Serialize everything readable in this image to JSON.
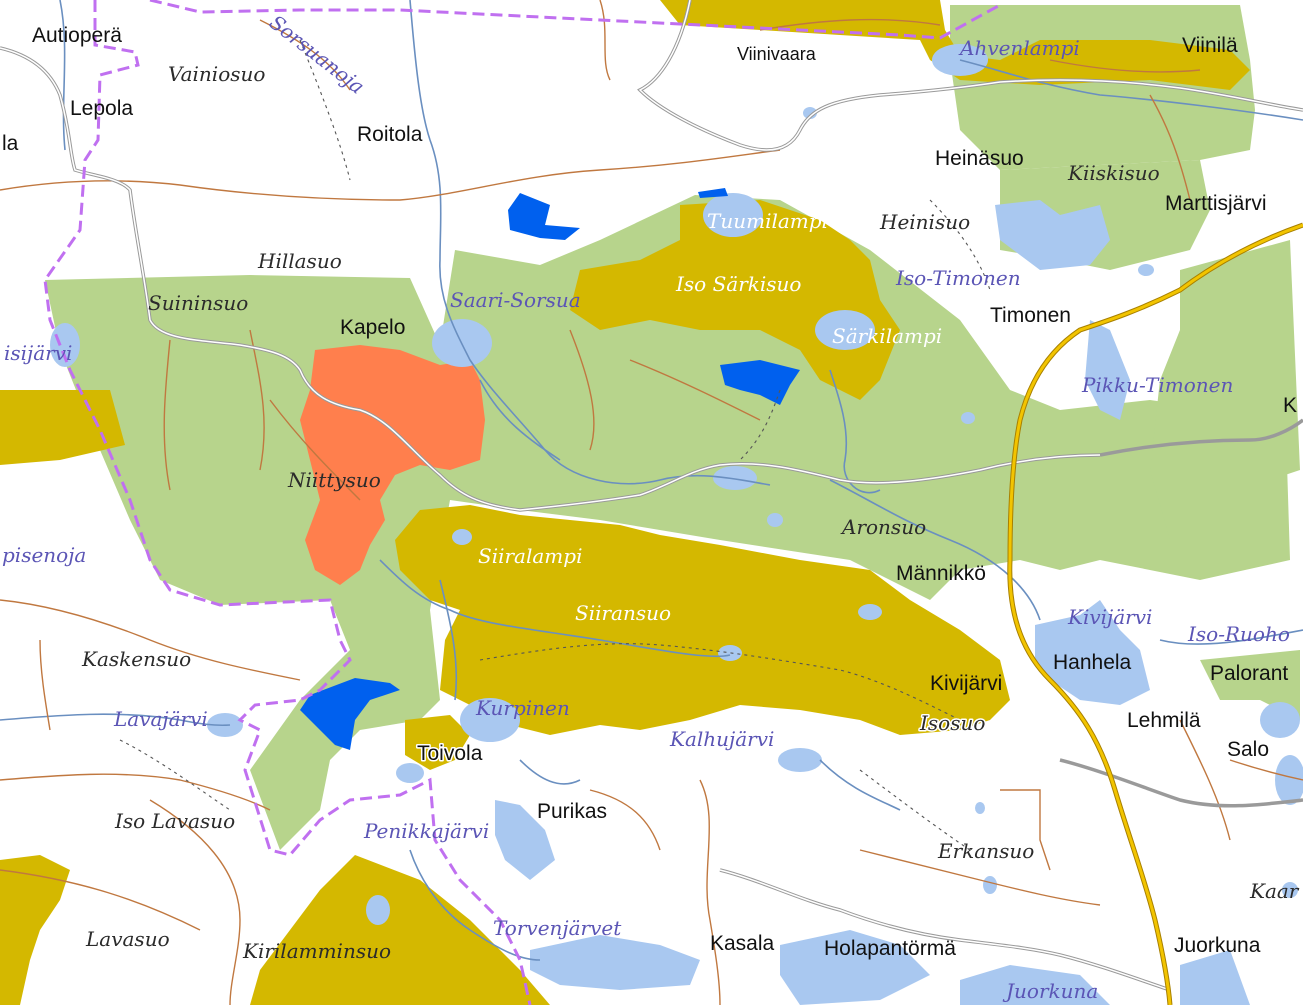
{
  "map": {
    "colors": {
      "background": "#ffffff",
      "green_area": "#b7d48c",
      "yellow_area": "#d4b800",
      "orange_area": "#ff7f4d",
      "blue_area": "#0060ee",
      "water": "#a9c8f0",
      "boundary": "#c070f0",
      "road_main": "#e8b000",
      "road_secondary": "#999999",
      "path": "#c07840",
      "stream": "#6a8fc0"
    },
    "settlements": [
      "Autioperä",
      "Lepola",
      "la",
      "Roitola",
      "Viinivaara",
      "Viinilä",
      "Heinäsuo",
      "Marttisjärvi",
      "Timonen",
      "Kapelo",
      "Männikkö",
      "Hanhela",
      "Palorant",
      "Kivijärvi",
      "Lehmilä",
      "Salo",
      "Toivola",
      "Purikas",
      "Kasala",
      "Holapantörmä",
      "Juorkuna",
      "K"
    ],
    "terrain_names": [
      "Vainiosuo",
      "Hillasuo",
      "Suininsuo",
      "Heinisuo",
      "Niittysuo",
      "Aronsuo",
      "Kaskensuo",
      "Iso Lavasuo",
      "Lavasuo",
      "Kirilamminsuo",
      "Erkansuo",
      "Siiransuo",
      "Isosuo",
      "Iso Särkisuo",
      "Kiiskisuo",
      "Kaar"
    ],
    "water_names": [
      "Sorsuanoja",
      "Ahvenlampi",
      "Tuumilampi",
      "Iso-Timonen",
      "Saari-Sorsua",
      "Särkilampi",
      "Pikku-Timonen",
      "isijärvi",
      "pisenoja",
      "Siiralampi",
      "Kivijärvi",
      "Iso-Ruoho",
      "Lavajärvi",
      "Kurpinen",
      "Kalhujärvi",
      "Penikkajärvi",
      "Torvenjärvet",
      "Juorkuna"
    ]
  }
}
